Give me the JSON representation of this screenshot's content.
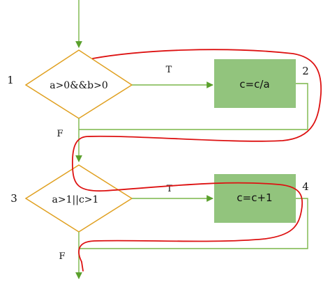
{
  "diagram": {
    "nodes": {
      "decision_1": {
        "number": "1",
        "text": "a>0&&b>0"
      },
      "process_2": {
        "number": "2",
        "text": "c=c/a"
      },
      "decision_3": {
        "number": "3",
        "text": "a>1||c>1"
      },
      "process_4": {
        "number": "4",
        "text": "c=c+1"
      }
    },
    "edge_labels": {
      "true_1": "T",
      "false_1": "F",
      "true_3": "T",
      "false_3": "F"
    }
  },
  "colors": {
    "flow_line": "#7ab648",
    "arrowhead": "#5aa02c",
    "decision_border": "#e0a020",
    "process_fill": "#92c47d",
    "path_trace": "#dd1111"
  }
}
